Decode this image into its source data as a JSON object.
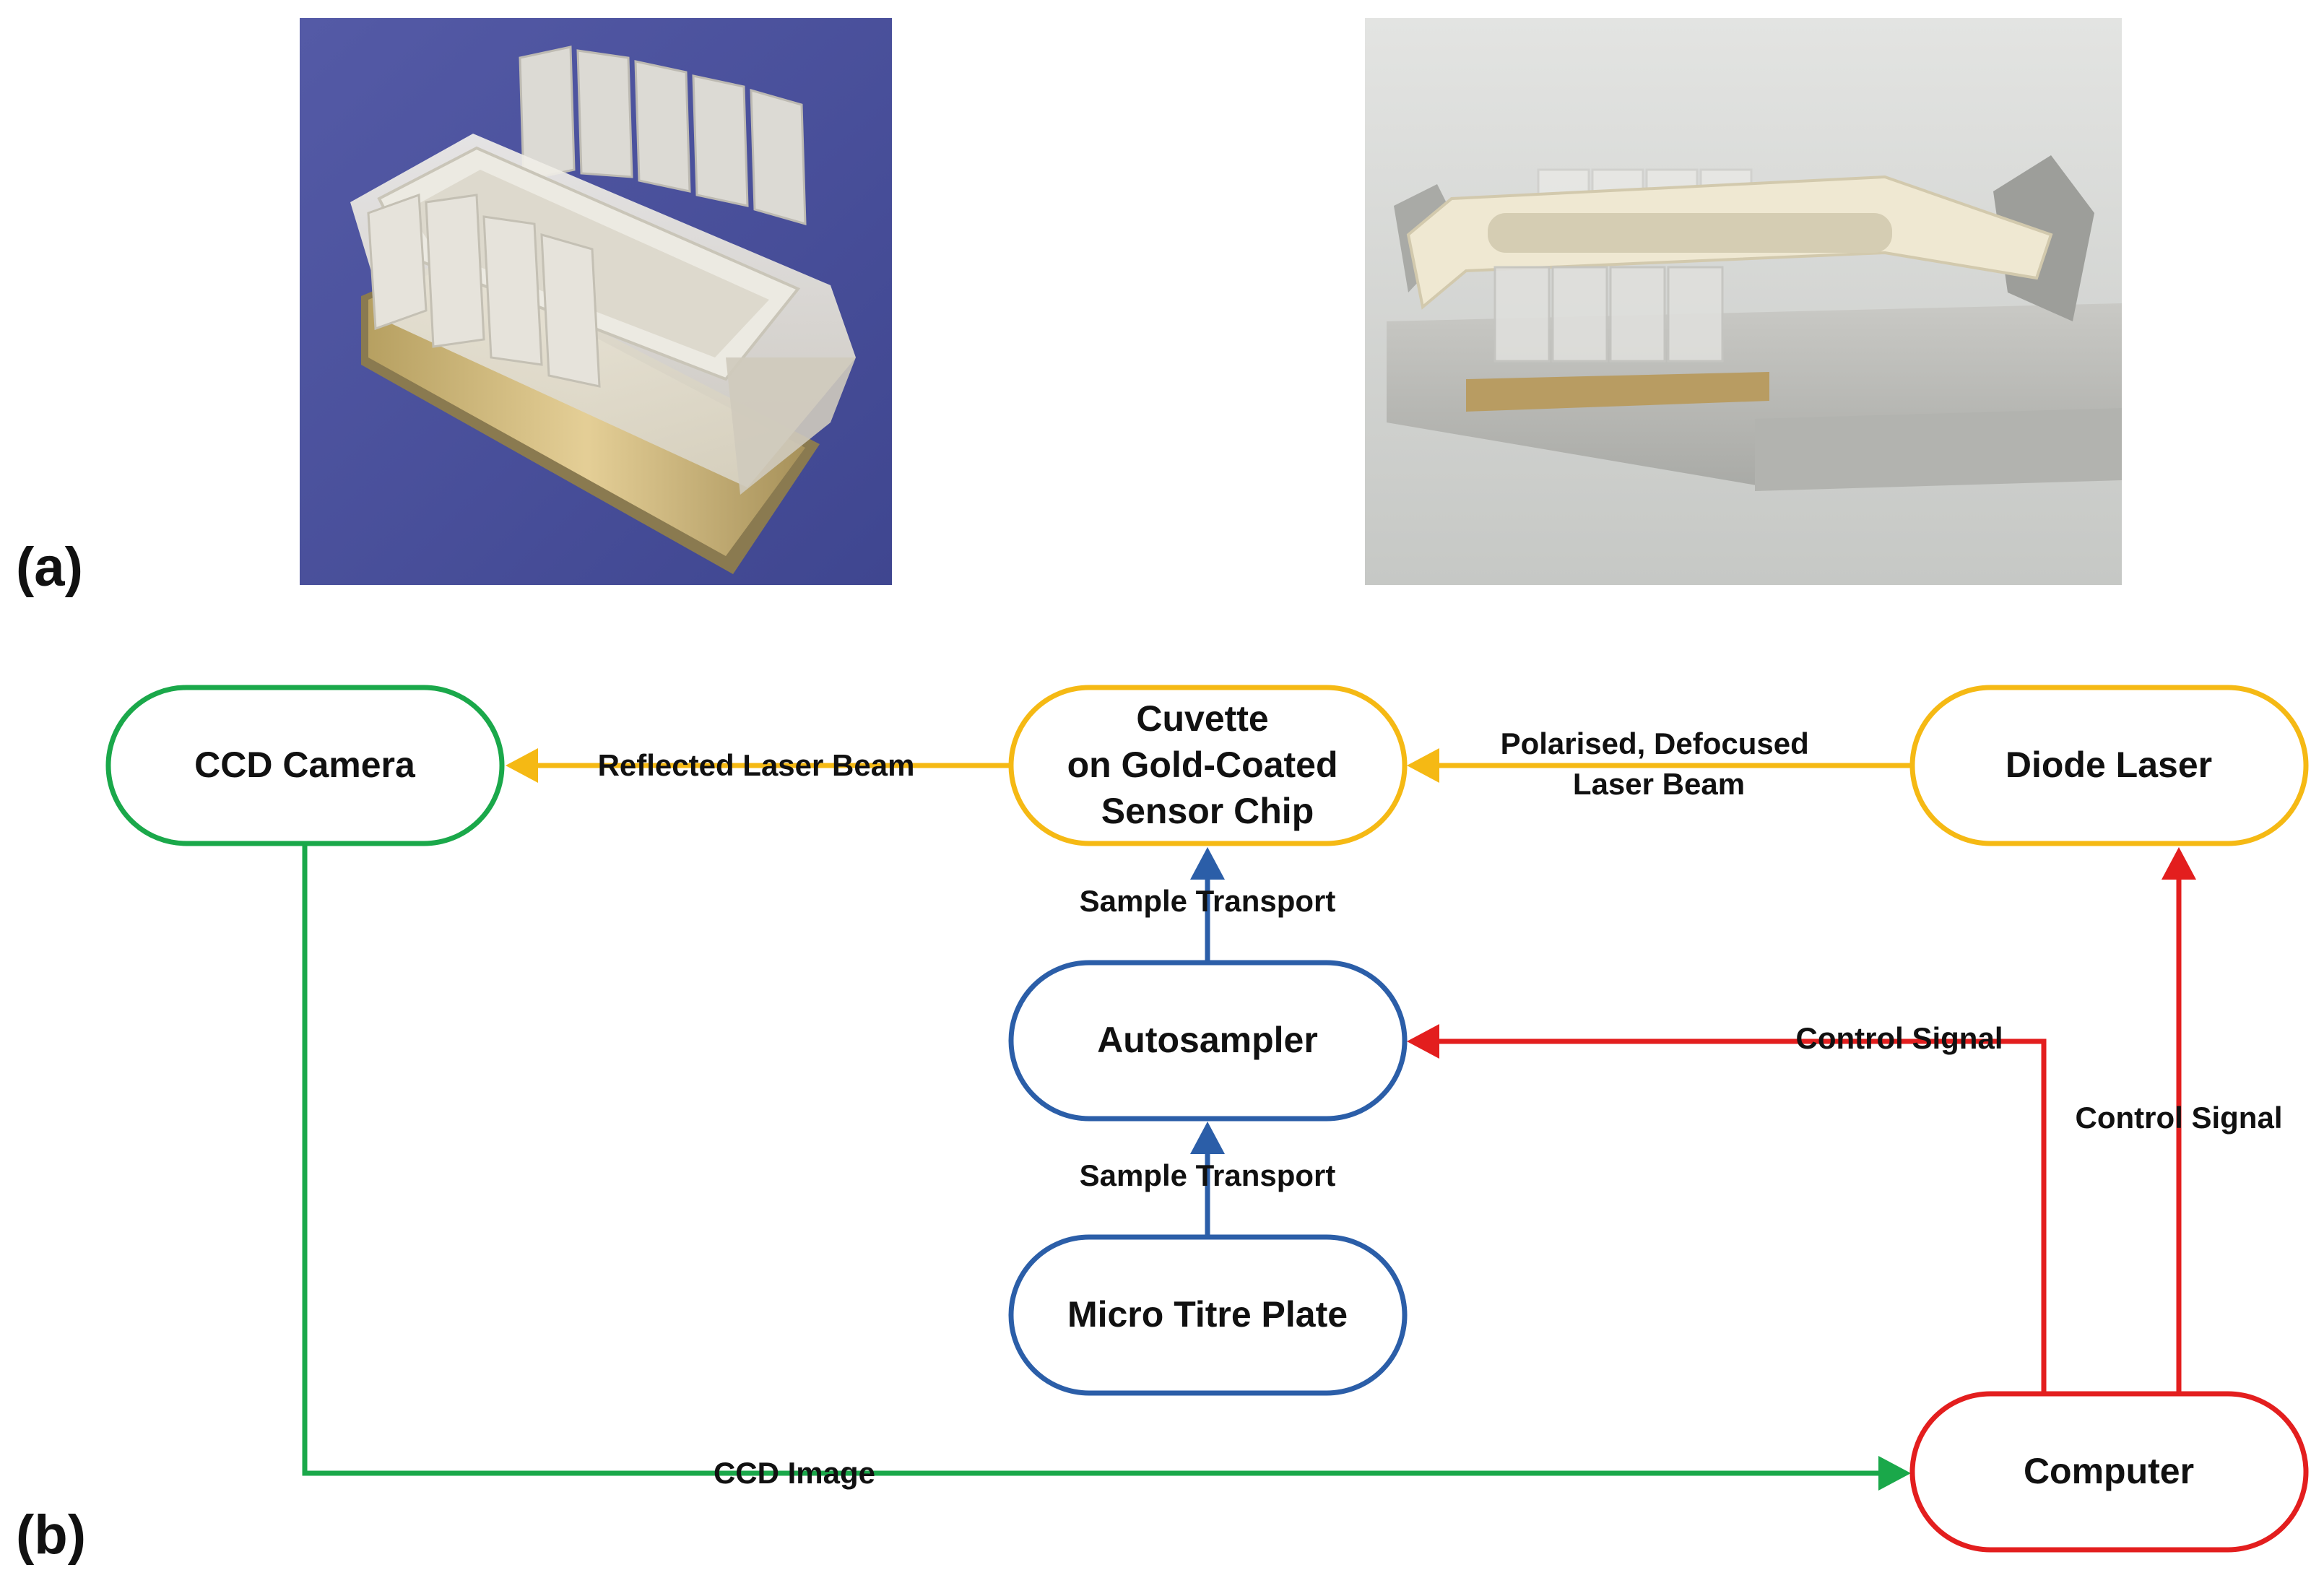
{
  "panels": {
    "a": "(a)",
    "b": "(b)"
  },
  "colors": {
    "green": "#1aa84a",
    "orange": "#f5b914",
    "blue": "#2b5ea8",
    "red": "#e31e1e",
    "photo_left_bg": "#4b529a",
    "photo_right_bg": "#d6d8d6"
  },
  "nodes": {
    "ccd_camera": {
      "lines": [
        "CCD Camera"
      ]
    },
    "cuvette": {
      "lines": [
        "Cuvette",
        "on Gold-Coated",
        "Sensor Chip"
      ]
    },
    "diode_laser": {
      "lines": [
        "Diode Laser"
      ]
    },
    "autosampler": {
      "lines": [
        "Autosampler"
      ]
    },
    "micro_titre_plate": {
      "lines": [
        "Micro Titre Plate"
      ]
    },
    "computer": {
      "lines": [
        "Computer"
      ]
    }
  },
  "edges": {
    "reflected_beam": {
      "lines": [
        "Reflected Laser Beam"
      ]
    },
    "polarised_beam": {
      "lines": [
        "Polarised, Defocused",
        "Laser Beam"
      ]
    },
    "sample_transport_upper": {
      "lines": [
        "Sample Transport"
      ]
    },
    "sample_transport_lower": {
      "lines": [
        "Sample Transport"
      ]
    },
    "control_signal_autosampler": {
      "lines": [
        "Control Signal"
      ]
    },
    "control_signal_laser": {
      "lines": [
        "Control Signal"
      ]
    },
    "ccd_image": {
      "lines": [
        "CCD Image"
      ]
    }
  }
}
